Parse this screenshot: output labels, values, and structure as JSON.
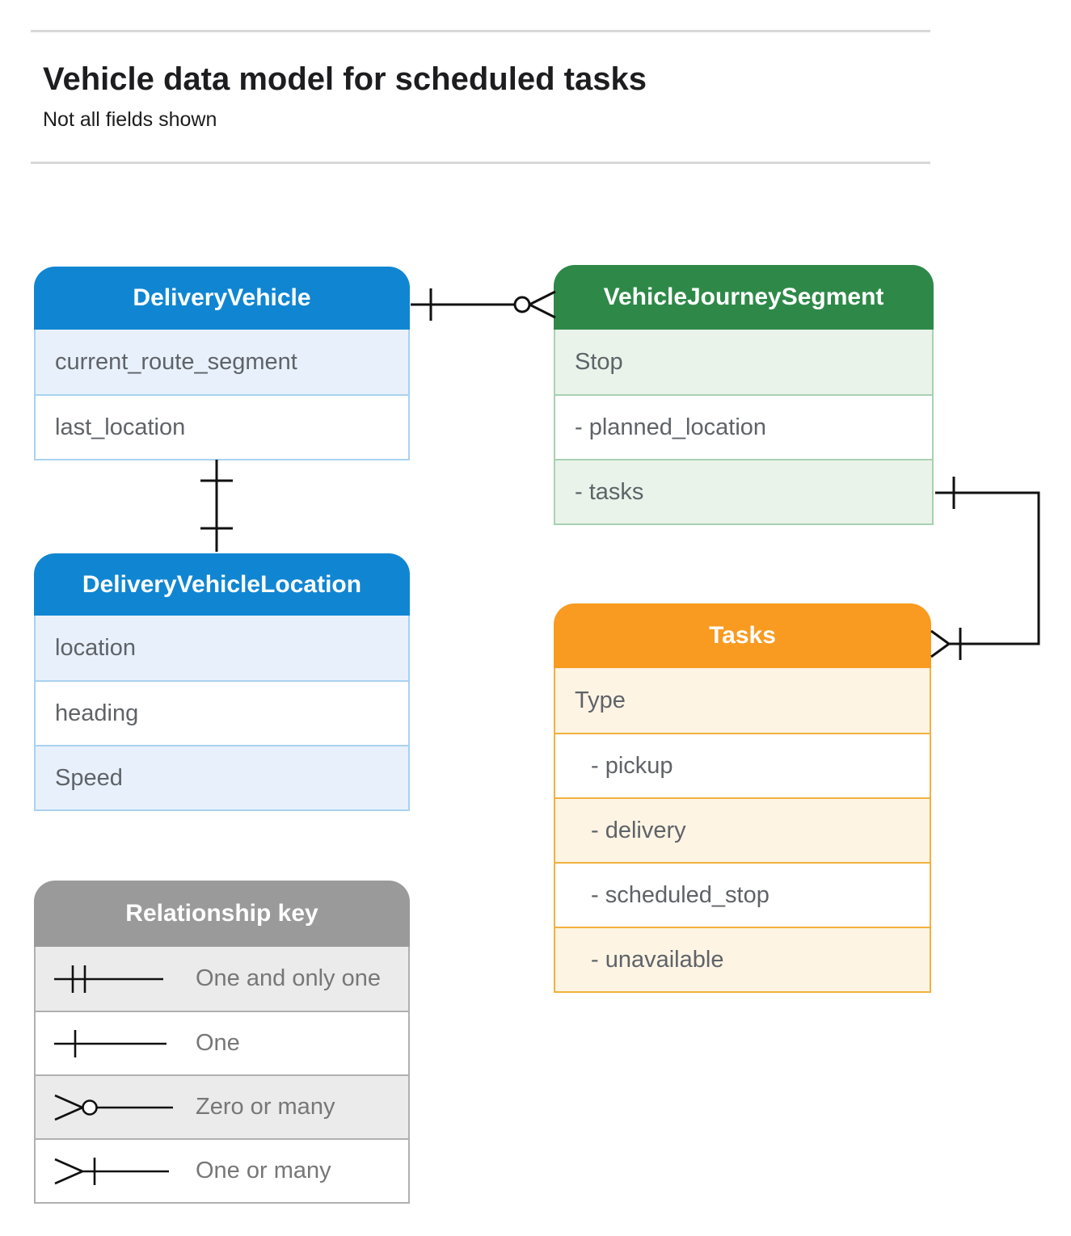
{
  "page": {
    "title": "Vehicle data model for scheduled tasks",
    "subtitle": "Not all fields shown"
  },
  "entities": [
    {
      "name": "DeliveryVehicle",
      "fields": [
        "current_route_segment",
        "last_location"
      ]
    },
    {
      "name": "VehicleJourneySegment",
      "fields": [
        "Stop",
        "- planned_location",
        "- tasks"
      ]
    },
    {
      "name": "DeliveryVehicleLocation",
      "fields": [
        "location",
        "heading",
        "Speed"
      ]
    },
    {
      "name": "Tasks",
      "fields": [
        "Type",
        "- pickup",
        "- delivery",
        "- scheduled_stop",
        "- unavailable"
      ]
    }
  ],
  "relationships": [
    {
      "from": "DeliveryVehicle",
      "to": "VehicleJourneySegment",
      "from_cardinality": "one",
      "to_cardinality": "zero or many"
    },
    {
      "from": "DeliveryVehicle",
      "to": "DeliveryVehicleLocation",
      "from_cardinality": "one",
      "to_cardinality": "one"
    },
    {
      "from": "VehicleJourneySegment.tasks",
      "to": "Tasks",
      "from_cardinality": "one",
      "to_cardinality": "one or many"
    }
  ],
  "legend": {
    "title": "Relationship key",
    "items": [
      {
        "symbol": "one-and-only-one-icon",
        "label": "One and only one"
      },
      {
        "symbol": "one-icon",
        "label": "One"
      },
      {
        "symbol": "zero-or-many-icon",
        "label": "Zero or many"
      },
      {
        "symbol": "one-or-many-icon",
        "label": "One or many"
      }
    ]
  },
  "colors": {
    "blue": "#1086d2",
    "blue_tint": "#e8f1fb",
    "blue_border": "#a9d2f0",
    "green": "#2e8948",
    "green_tint": "#e9f3ea",
    "green_border": "#a8d1b2",
    "orange": "#f89b20",
    "orange_tint": "#fdf4e4",
    "orange_border": "#f2b13d",
    "gray": "#9a9a9a",
    "gray_tint": "#ebebeb",
    "gray_border": "#b0b0b0",
    "connector": "#111111",
    "title_text": "#1d1d1f",
    "field_text": "#5f6368",
    "legend_text": "#777777"
  }
}
